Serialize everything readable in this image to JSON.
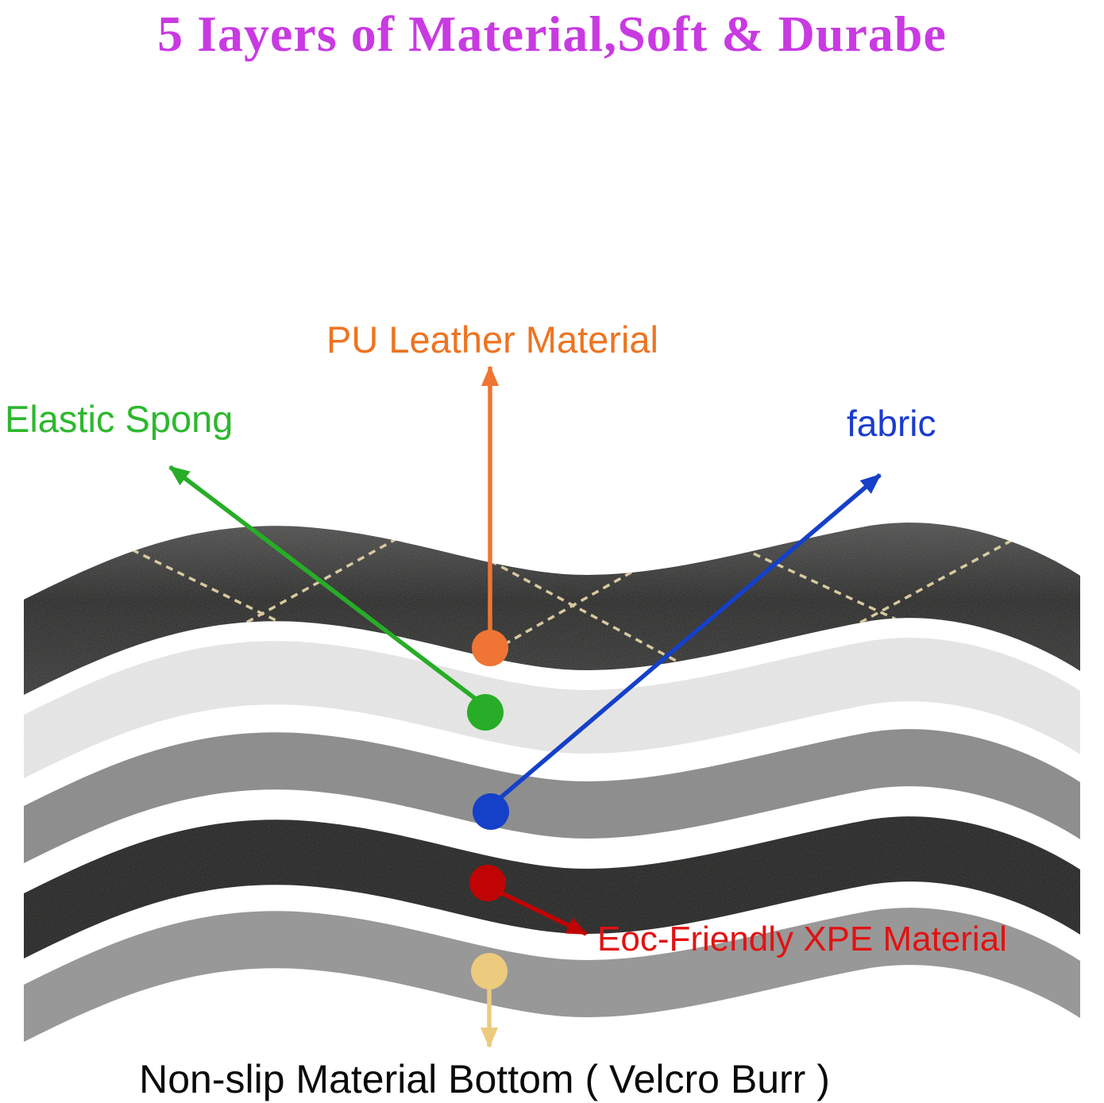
{
  "title": {
    "text": "5 Iayers of Material,Soft & Durabe",
    "color": "#c93ae2"
  },
  "annotations": [
    {
      "id": "pu-leather",
      "label": "PU Leather Material",
      "label_color": "#ed7422",
      "arrow_color": "#f07434"
    },
    {
      "id": "elastic-sponge",
      "label": "Elastic Spong",
      "label_color": "#2db82d",
      "arrow_color": "#27ad27"
    },
    {
      "id": "fabric",
      "label": "fabric",
      "label_color": "#1a3bd0",
      "arrow_color": "#1540c8"
    },
    {
      "id": "xpe",
      "label": "Eoc-Friendly XPE Material",
      "label_color": "#e11212",
      "arrow_color": "#c00404"
    },
    {
      "id": "non-slip",
      "label": "Non-slip Material Bottom ( Velcro Burr )",
      "label_color": "#0a0a0a",
      "arrow_color": "#eccb7e"
    }
  ],
  "layers": [
    {
      "name": "pu-leather-layer",
      "color": "#1c1c1c"
    },
    {
      "name": "elastic-sponge-layer",
      "color": "#ededed"
    },
    {
      "name": "fabric-layer",
      "color": "#8c8c8c"
    },
    {
      "name": "xpe-layer",
      "color": "#202020"
    },
    {
      "name": "non-slip-layer",
      "color": "#979797"
    }
  ],
  "stitch_color": "#d8c9a0"
}
